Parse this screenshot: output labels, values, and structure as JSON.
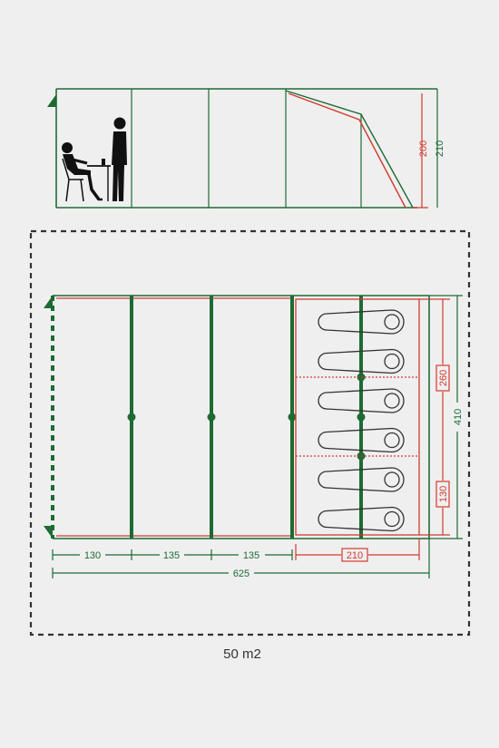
{
  "colors": {
    "green": "#1d6b33",
    "red": "#d33a2c",
    "background": "#efeff0",
    "border": "#333333"
  },
  "side_view": {
    "height_outer": "210",
    "height_inner": "200"
  },
  "floor_plan": {
    "width_segments": [
      "130",
      "135",
      "135"
    ],
    "bedroom_depth": "210",
    "total_length": "625",
    "total_width": "410",
    "bedroom_width_top": "260",
    "bedroom_width_bottom": "130",
    "sleeping_bags": 6
  },
  "footprint_area": "50 m2"
}
